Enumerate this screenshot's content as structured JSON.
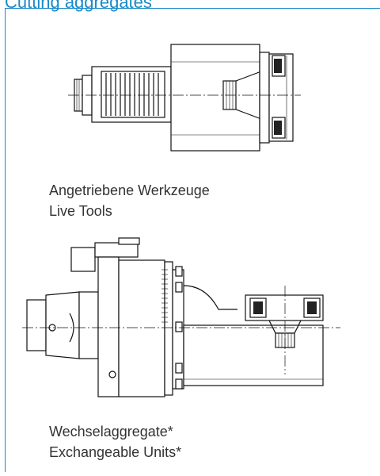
{
  "header": {
    "title": "Cutting aggregates"
  },
  "live_tools": {
    "caption_de": "Angetriebene Werkzeuge",
    "caption_en": "Live Tools"
  },
  "exchangeable_units": {
    "caption_de": "Wechselaggregate*",
    "caption_en": "Exchangeable Units*"
  },
  "colors": {
    "accent": "#1a8ac9",
    "text": "#333333"
  }
}
